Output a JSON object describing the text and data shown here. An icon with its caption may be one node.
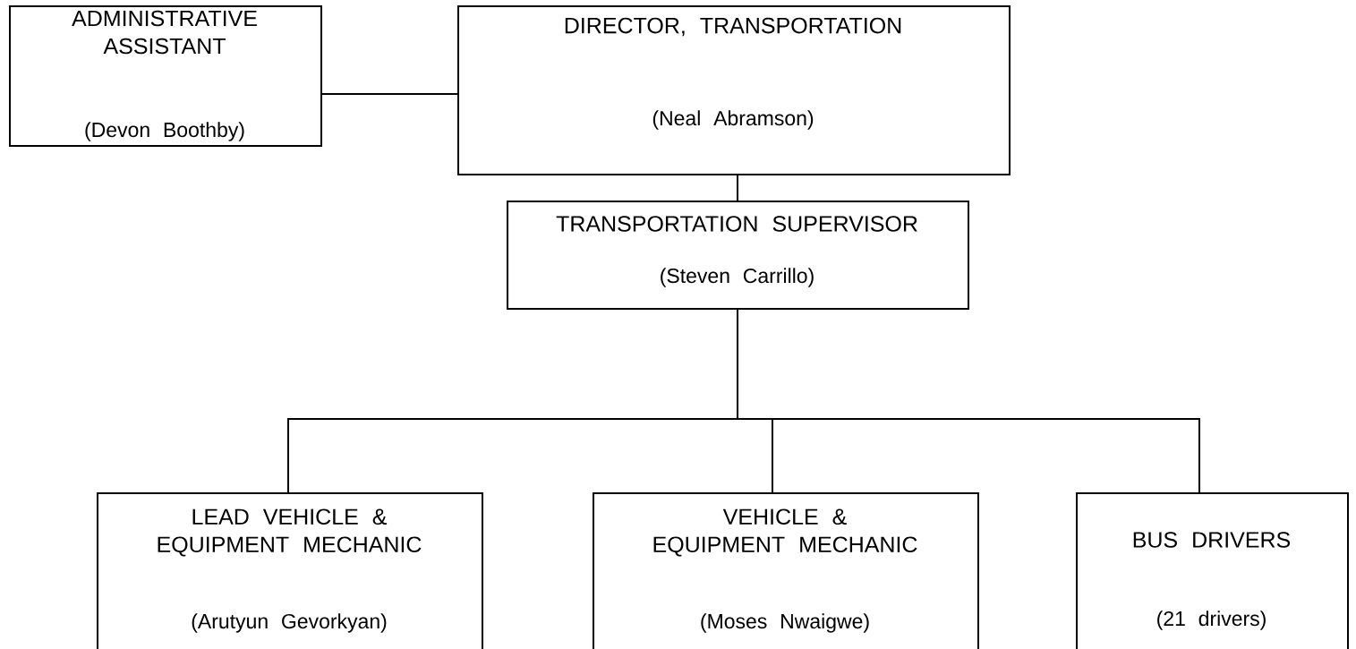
{
  "diagram": {
    "nodes": [
      {
        "text": [
          "ADMINISTRATIVE ASSISTANT",
          "(Devon Boothby)"
        ]
      },
      {
        "text": [
          "DIRECTOR, TRANSPORTATION",
          "(Neal Abramson)"
        ]
      },
      {
        "text": [
          "TRANSPORTATION SUPERVISOR",
          "(Steven Carrillo)"
        ]
      },
      {
        "text": [
          "LEAD VEHICLE & EQUIPMENT MECHANIC",
          "(Arutyun Gevorkyan)"
        ]
      },
      {
        "text": [
          "VEHICLE & EQUIPMENT MECHANIC",
          "(Moses Nwaigwe)"
        ]
      },
      {
        "text": [
          "BUS DRIVERS",
          "(21 drivers)"
        ]
      }
    ],
    "edges": [
      {
        "from": 0,
        "to": 1,
        "arrow": "none"
      },
      {
        "from": 1,
        "to": 2,
        "arrow": "none"
      },
      {
        "from": 2,
        "to": 3,
        "arrow": "none"
      },
      {
        "from": 2,
        "to": 4,
        "arrow": "none"
      },
      {
        "from": 2,
        "to": 5,
        "arrow": "none"
      }
    ]
  }
}
